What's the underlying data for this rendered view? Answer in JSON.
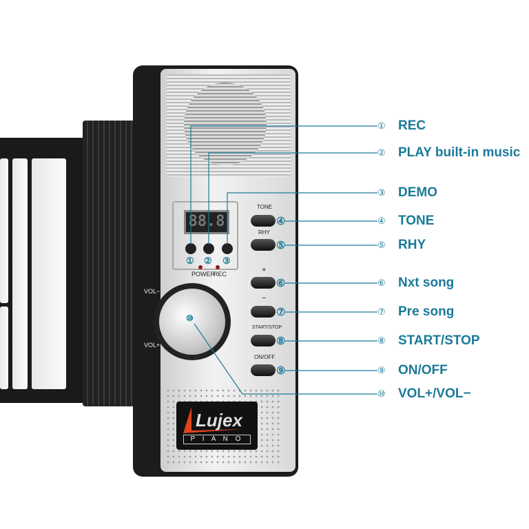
{
  "device": {
    "lcd": "88.8",
    "panel_labels": {
      "tone": "TONE",
      "rhy": "RHY",
      "plus": "+",
      "minus": "−",
      "start_stop": "START/STOP",
      "on_off": "ON/OFF",
      "power": "POWER",
      "rec": "REC",
      "vol_minus": "VOL−",
      "vol_plus": "VOL+"
    },
    "logo": {
      "brand": "Lujex",
      "sub": "P I A N O"
    }
  },
  "callouts": [
    {
      "num": "①",
      "label": "REC"
    },
    {
      "num": "②",
      "label": "PLAY built-in music"
    },
    {
      "num": "③",
      "label": "DEMO"
    },
    {
      "num": "④",
      "label": "TONE"
    },
    {
      "num": "⑤",
      "label": "RHY"
    },
    {
      "num": "⑥",
      "label": "Nxt song"
    },
    {
      "num": "⑦",
      "label": "Pre song"
    },
    {
      "num": "⑧",
      "label": "START/STOP"
    },
    {
      "num": "⑨",
      "label": "ON/OFF"
    },
    {
      "num": "⑩",
      "label": "VOL+/VOL−"
    }
  ],
  "colors": {
    "accent": "#1a7a99"
  }
}
